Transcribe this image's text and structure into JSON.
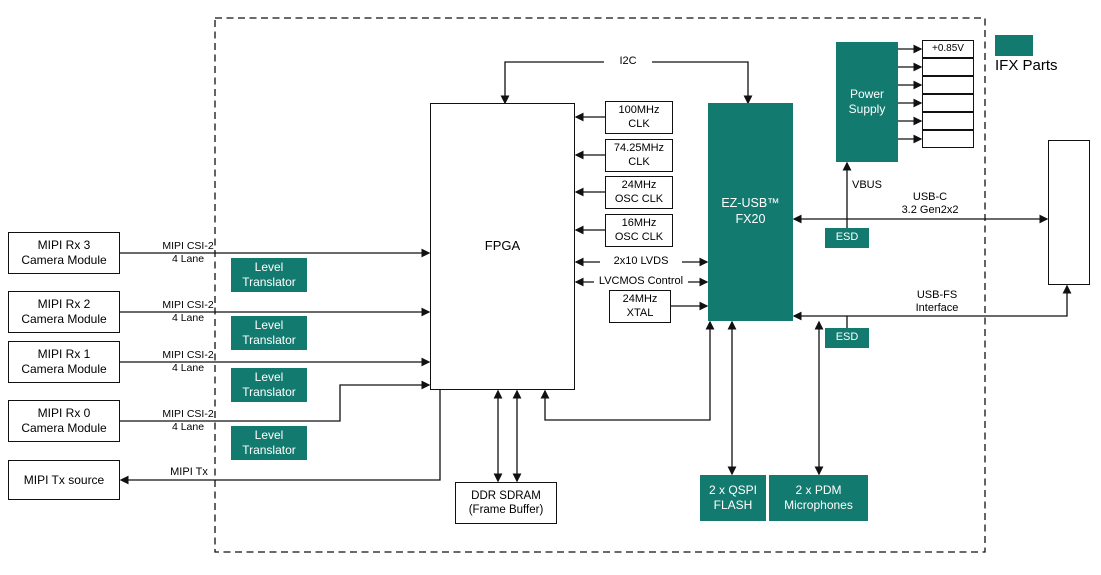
{
  "legend": {
    "label": "IFX Parts"
  },
  "colors": {
    "teal": "#137a6f",
    "line": "#111111"
  },
  "nodes": {
    "rx3": {
      "line1": "MIPI Rx 3",
      "line2": "Camera Module"
    },
    "rx2": {
      "line1": "MIPI Rx 2",
      "line2": "Camera Module"
    },
    "rx1": {
      "line1": "MIPI Rx 1",
      "line2": "Camera Module"
    },
    "rx0": {
      "line1": "MIPI Rx 0",
      "line2": "Camera Module"
    },
    "mipi_tx_source": {
      "label": "MIPI Tx source"
    },
    "level_translator": {
      "line1": "Level",
      "line2": "Translator"
    },
    "fpga": {
      "label": "FPGA"
    },
    "clk_100": {
      "line1": "100MHz",
      "line2": "CLK"
    },
    "clk_7425": {
      "line1": "74.25MHz",
      "line2": "CLK"
    },
    "clk_24osc": {
      "line1": "24MHz",
      "line2": "OSC CLK"
    },
    "clk_16osc": {
      "line1": "16MHz",
      "line2": "OSC CLK"
    },
    "xtal_24": {
      "line1": "24MHz",
      "line2": "XTAL"
    },
    "fx20": {
      "line1": "EZ-USB™",
      "line2": "FX20"
    },
    "power_supply": {
      "line1": "Power",
      "line2": "Supply"
    },
    "rail_085": {
      "label": "+0.85V"
    },
    "esd": {
      "label": "ESD"
    },
    "qspi": {
      "line1": "2 x QSPI",
      "line2": "FLASH"
    },
    "pdm": {
      "line1": "2 x PDM",
      "line2": "Microphones"
    },
    "ddr": {
      "line1": "DDR SDRAM",
      "line2": "(Frame Buffer)"
    }
  },
  "labels": {
    "i2c": "I2C",
    "csi": {
      "line1": "MIPI CSI-2",
      "line2": "4 Lane"
    },
    "lvds": "2x10 LVDS",
    "lvcmos": "LVCMOS Control",
    "vbus": "VBUS",
    "usbc": {
      "line1": "USB-C",
      "line2": "3.2 Gen2x2"
    },
    "usbfs": {
      "line1": "USB-FS",
      "line2": "Interface"
    },
    "mipi_tx": "MIPI Tx"
  }
}
